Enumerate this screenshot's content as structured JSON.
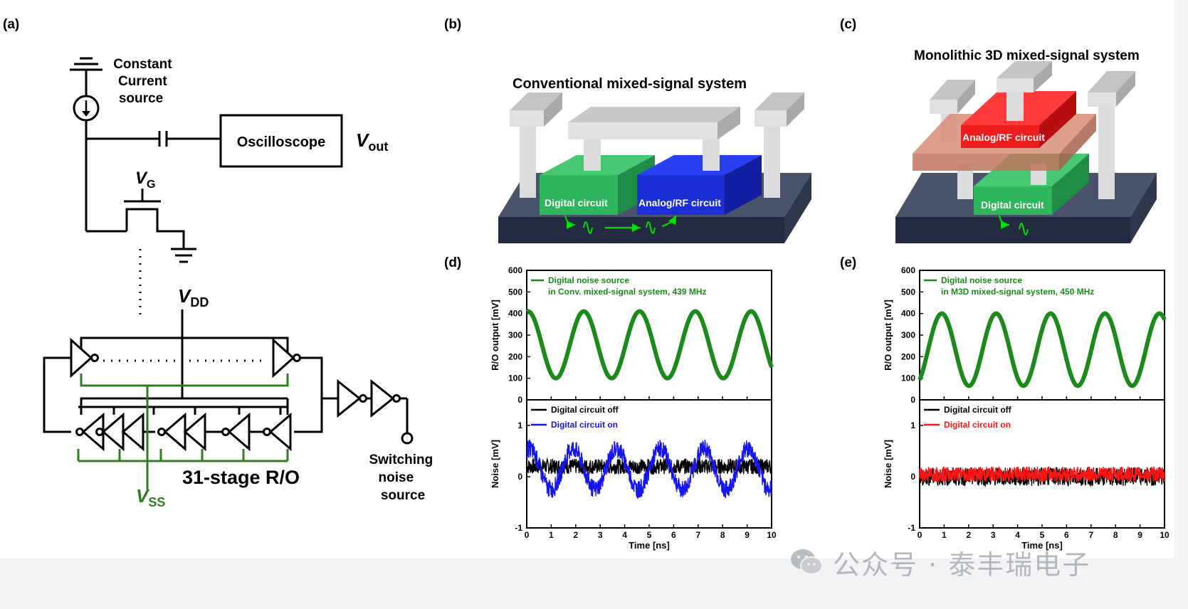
{
  "panels": {
    "a": {
      "label": "(a)",
      "constant_current": [
        "Constant",
        "Current",
        "source"
      ],
      "oscilloscope": "Oscilloscope",
      "vout_main": "V",
      "vout_sub": "out",
      "vg_main": "V",
      "vg_sub": "G",
      "vdd_main": "V",
      "vdd_sub": "DD",
      "vss_main": "V",
      "vss_sub": "SS",
      "ro_label": "31-stage R/O",
      "switching": [
        "Switching",
        "noise",
        "source"
      ]
    },
    "b": {
      "label": "(b)",
      "title": "Conventional mixed-signal system",
      "digital_block": "Digital circuit",
      "analog_block": "Analog/RF circuit"
    },
    "c": {
      "label": "(c)",
      "title": "Monolithic 3D mixed-signal system",
      "digital_block": "Digital circuit",
      "analog_block": "Analog/RF circuit"
    },
    "d": {
      "label": "(d)"
    },
    "e": {
      "label": "(e)"
    }
  },
  "colors": {
    "green_trace": "#1a8a1a",
    "blue_trace": "#1515f0",
    "red_trace": "#ff1414",
    "black_trace": "#000000",
    "vss_green": "#2e7d1e",
    "digital_block": "#2fbf5f",
    "analog_block_b": "#1f2fd8",
    "analog_block_c": "#ee1c1c",
    "substrate": "#2c3448",
    "pillar": "#d6d6d6"
  },
  "chart_data": [
    {
      "type": "line",
      "panel": "d-top",
      "ylabel": "R/O output [mV]",
      "ylim": [
        0,
        600
      ],
      "yticks": [
        0,
        100,
        200,
        300,
        400,
        500,
        600
      ],
      "xlim": [
        0,
        10
      ],
      "series": [
        {
          "legend": "Digital noise source",
          "legend2": "in Conv. mixed-signal system, 439 MHz",
          "color": "#1a8a1a",
          "frequency_mhz": 439,
          "min": 100,
          "max": 410
        }
      ]
    },
    {
      "type": "line",
      "panel": "d-bottom",
      "ylabel": "Noise [mV]",
      "ylim": [
        -1,
        1.5
      ],
      "yticks": [
        -1,
        0,
        1
      ],
      "xlim": [
        0,
        10
      ],
      "xticks": [
        0,
        1,
        2,
        3,
        4,
        5,
        6,
        7,
        8,
        9,
        10
      ],
      "xlabel": "Time [ns]",
      "series": [
        {
          "name": "Digital circuit off",
          "color": "#000000",
          "mean": 0.2,
          "amplitude": 0.15
        },
        {
          "name": "Digital circuit on",
          "color": "#1515f0",
          "mean": 0.15,
          "amplitude": 0.55,
          "frequency_mhz": 560
        }
      ]
    },
    {
      "type": "line",
      "panel": "e-top",
      "ylabel": "R/O output [mV]",
      "ylim": [
        0,
        600
      ],
      "yticks": [
        0,
        100,
        200,
        300,
        400,
        500,
        600
      ],
      "xlim": [
        0,
        10
      ],
      "series": [
        {
          "legend": "Digital noise source",
          "legend2": "in M3D mixed-signal system, 450 MHz",
          "color": "#1a8a1a",
          "frequency_mhz": 450,
          "min": 65,
          "max": 400
        }
      ]
    },
    {
      "type": "line",
      "panel": "e-bottom",
      "ylabel": "Noise [mV]",
      "ylim": [
        -1,
        1.5
      ],
      "yticks": [
        -1,
        0,
        1
      ],
      "xlim": [
        0,
        10
      ],
      "xticks": [
        0,
        1,
        2,
        3,
        4,
        5,
        6,
        7,
        8,
        9,
        10
      ],
      "xlabel": "Time [ns]",
      "series": [
        {
          "name": "Digital circuit off",
          "color": "#000000",
          "mean": 0.0,
          "amplitude": 0.18
        },
        {
          "name": "Digital circuit on",
          "color": "#ff1414",
          "mean": 0.05,
          "amplitude": 0.15
        }
      ]
    }
  ],
  "watermark": "公众号 · 泰丰瑞电子",
  "watermark_icon": "wechat-icon"
}
